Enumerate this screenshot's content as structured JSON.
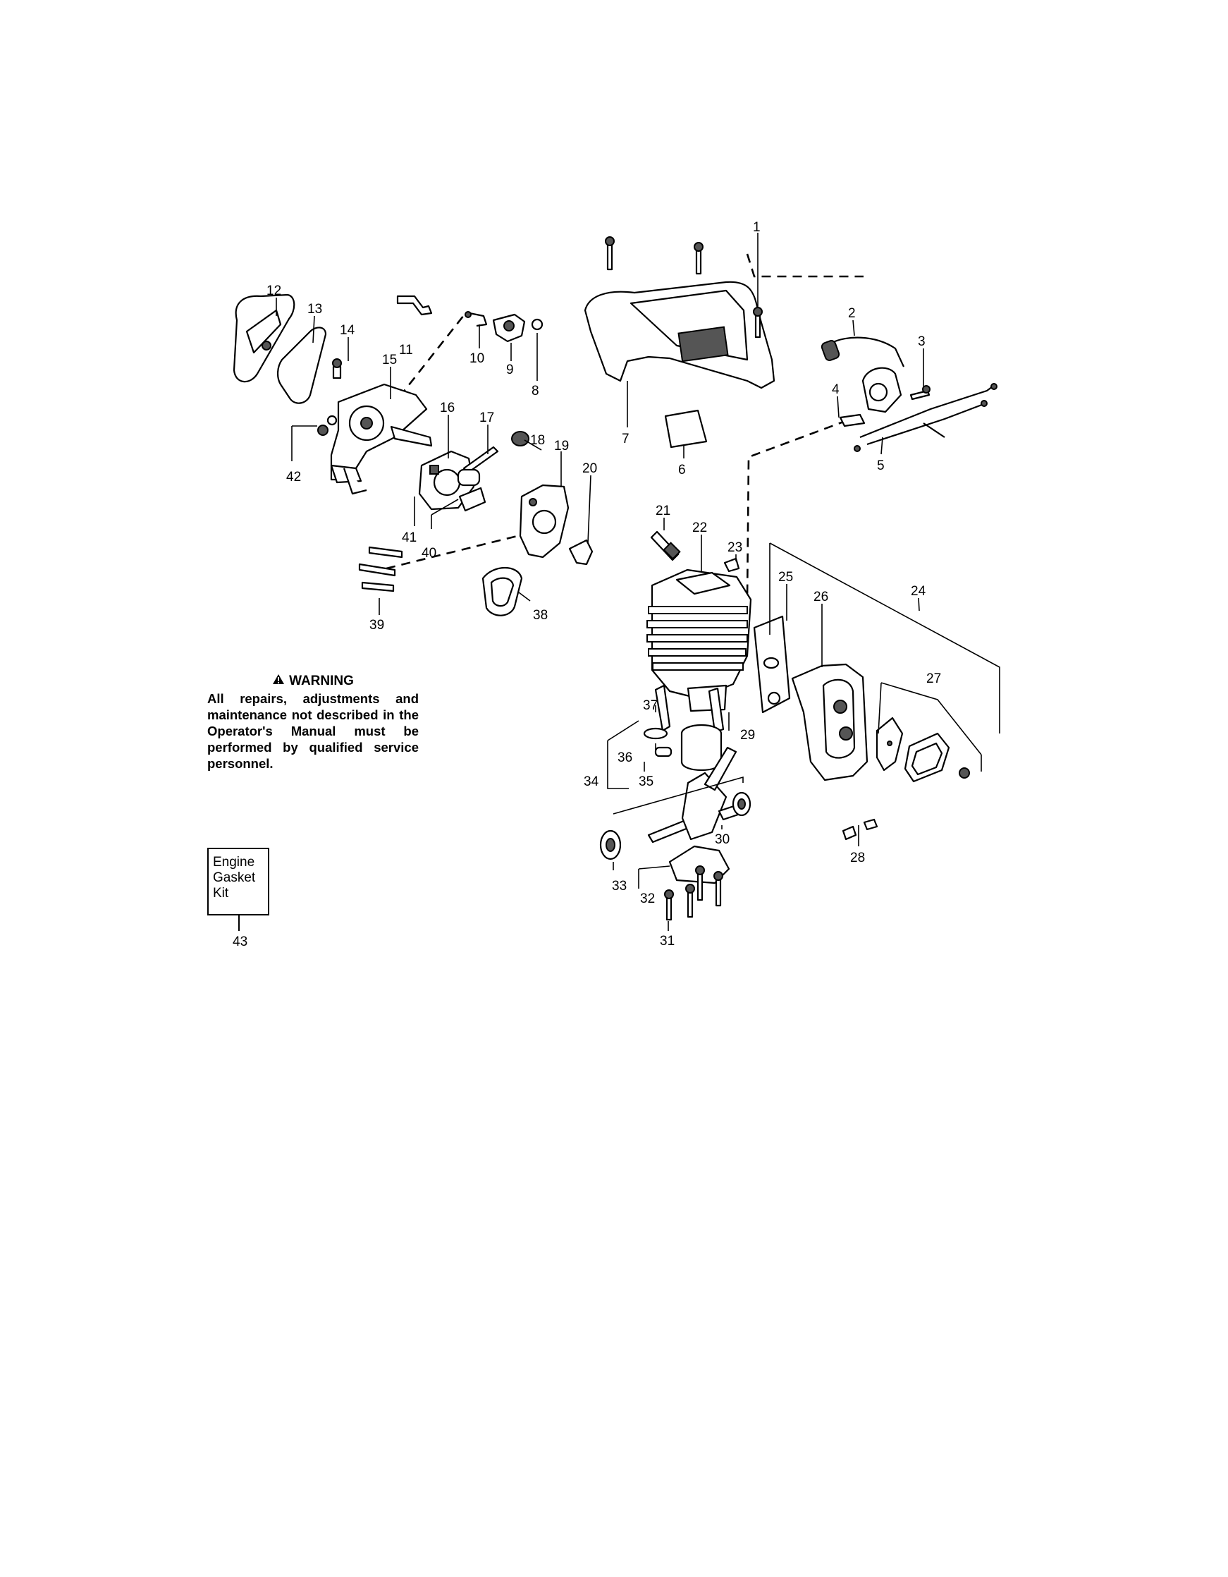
{
  "warning": {
    "title": "WARNING",
    "text": "All repairs, adjustments and maintenance not described in the Operator's Manual must be performed by qualified service personnel."
  },
  "kit": {
    "line1": "Engine",
    "line2": "Gasket",
    "line3": "Kit",
    "number": "43"
  },
  "callouts": {
    "c1": "1",
    "c2": "2",
    "c3": "3",
    "c4": "4",
    "c5": "5",
    "c6": "6",
    "c7": "7",
    "c8": "8",
    "c9": "9",
    "c10": "10",
    "c11": "11",
    "c12": "12",
    "c13": "13",
    "c14": "14",
    "c15": "15",
    "c16": "16",
    "c17": "17",
    "c18": "18",
    "c19": "19",
    "c20": "20",
    "c21": "21",
    "c22": "22",
    "c23": "23",
    "c24": "24",
    "c25": "25",
    "c26": "26",
    "c27": "27",
    "c28": "28",
    "c29": "29",
    "c30": "30",
    "c31": "31",
    "c32": "32",
    "c33": "33",
    "c34": "34",
    "c35": "35",
    "c36": "36",
    "c37": "37",
    "c38": "38",
    "c39": "39",
    "c40": "40",
    "c41": "41",
    "c42": "42"
  }
}
